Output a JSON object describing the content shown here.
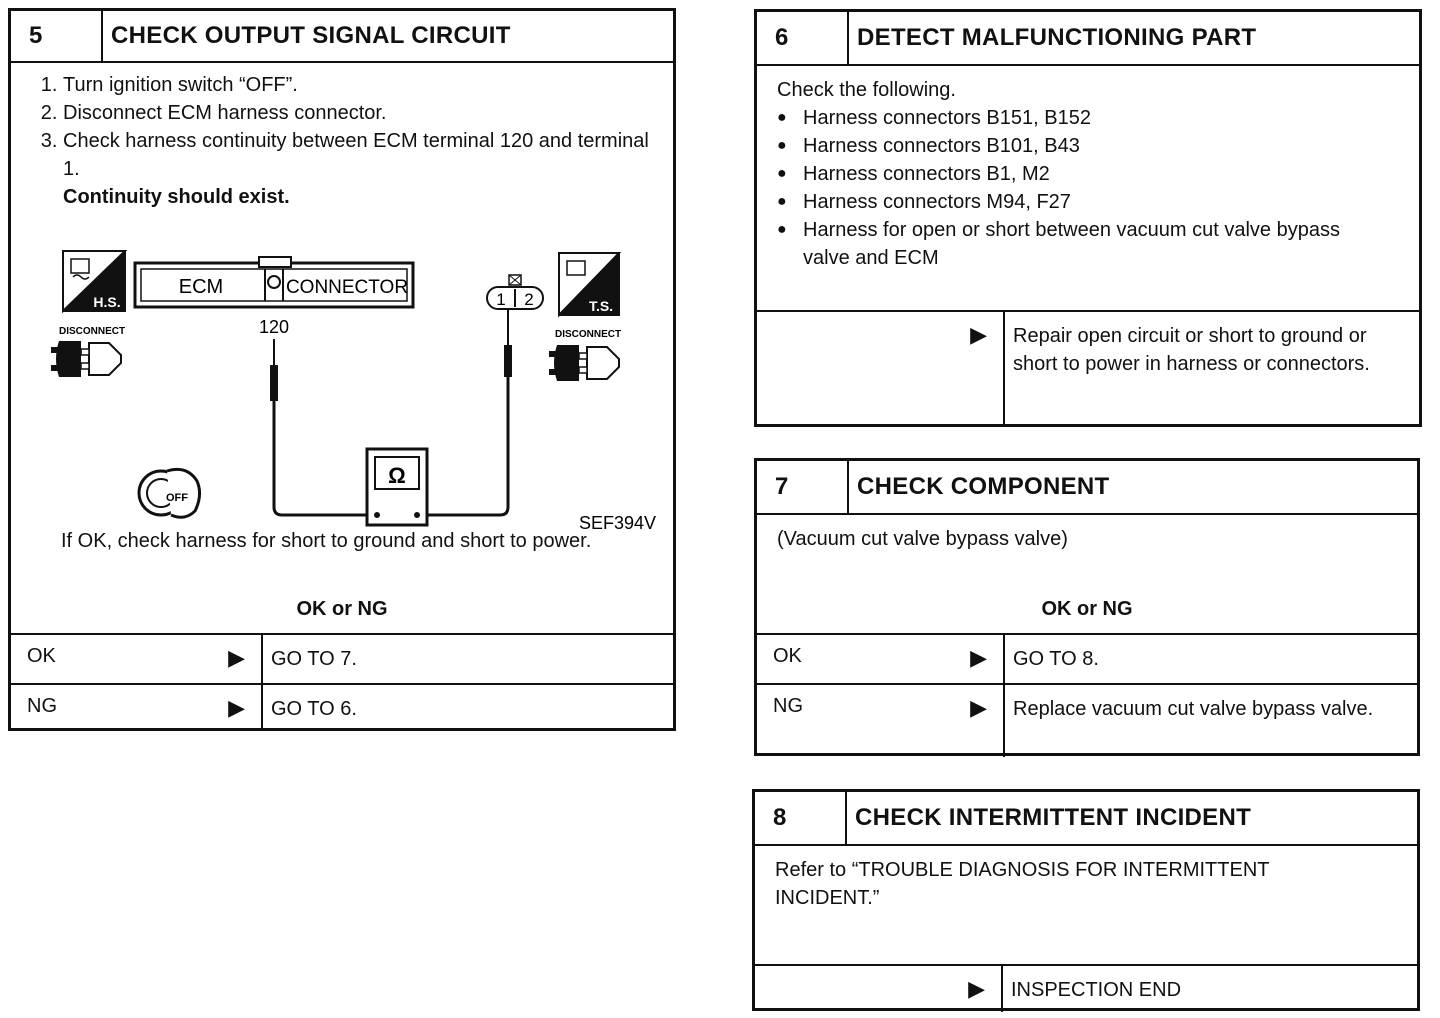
{
  "box5": {
    "num": "5",
    "title": "CHECK OUTPUT SIGNAL CIRCUIT",
    "steps": [
      "Turn ignition switch “OFF”.",
      "Disconnect ECM harness connector.",
      "Check harness continuity between ECM terminal 120 and terminal 1."
    ],
    "continuity": "Continuity should exist.",
    "diagram": {
      "hs": "H.S.",
      "ts": "T.S.",
      "disconnect1": "DISCONNECT",
      "disconnect2": "DISCONNECT",
      "ecm": "ECM",
      "connector": "CONNECTOR",
      "terminal": "120",
      "pin1": "1",
      "pin2": "2",
      "ohm": "Ω",
      "key": "OFF",
      "code": "SEF394V"
    },
    "note": "If OK, check harness for short to ground and short to power.",
    "okng": "OK or NG",
    "rows": [
      {
        "cond": "OK",
        "result": "GO TO 7."
      },
      {
        "cond": "NG",
        "result": "GO TO 6."
      }
    ]
  },
  "box6": {
    "num": "6",
    "title": "DETECT MALFUNCTIONING PART",
    "intro": "Check the following.",
    "items": [
      "Harness connectors B151, B152",
      "Harness connectors B101, B43",
      "Harness connectors B1, M2",
      "Harness connectors M94, F27",
      "Harness for open or short between vacuum cut valve bypass valve and ECM"
    ],
    "result": "Repair open circuit or short to ground or short to power in harness or connectors."
  },
  "box7": {
    "num": "7",
    "title": "CHECK COMPONENT",
    "sub": "(Vacuum cut valve bypass valve)",
    "okng": "OK or NG",
    "rows": [
      {
        "cond": "OK",
        "result": "GO TO 8."
      },
      {
        "cond": "NG",
        "result": "Replace vacuum cut valve bypass valve."
      }
    ]
  },
  "box8": {
    "num": "8",
    "title": "CHECK INTERMITTENT INCIDENT",
    "text": "Refer to “TROUBLE DIAGNOSIS FOR INTERMITTENT INCIDENT.”",
    "result": "INSPECTION END"
  },
  "arrow": "▶"
}
